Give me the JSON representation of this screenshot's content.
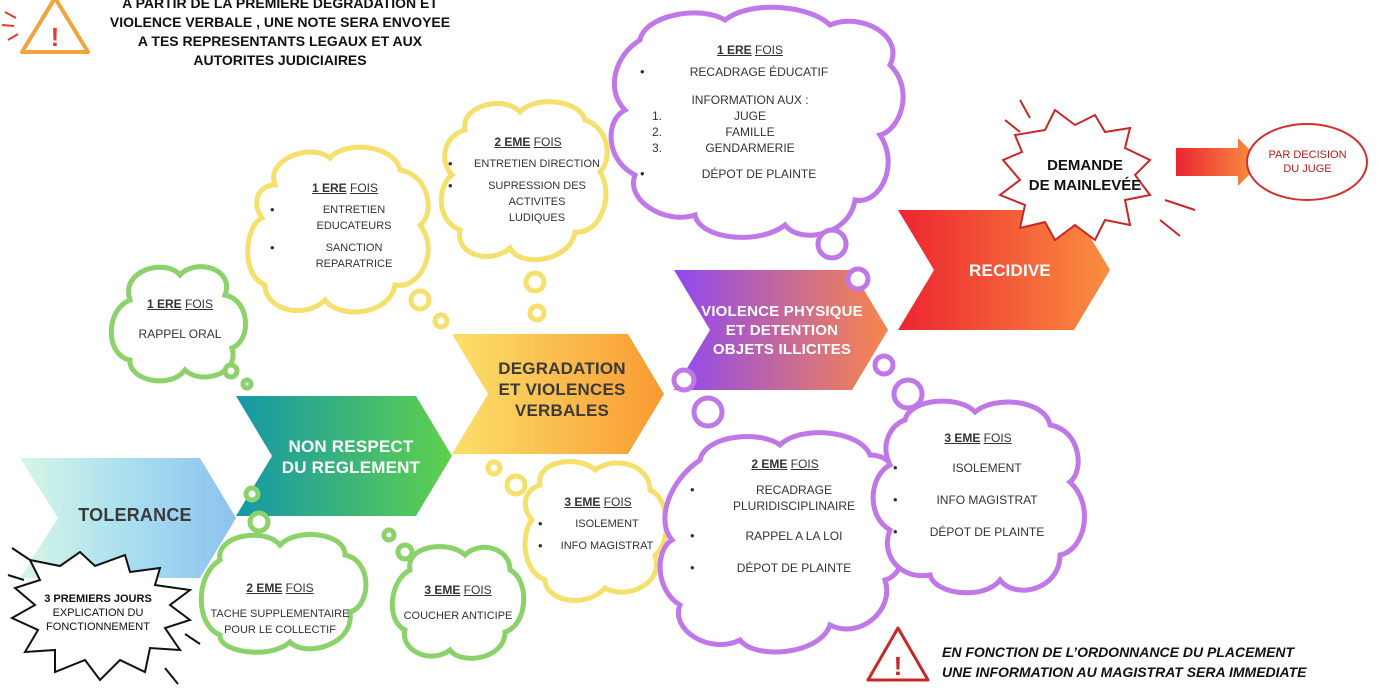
{
  "warning_top": {
    "lines": [
      "A PARTIR DE LA PREMIERE DEGRADATION ET",
      "VIOLENCE VERBALE , UNE NOTE SERA ENVOYEE",
      "A TES REPRESENTANTS LEGAUX ET AUX",
      "AUTORITES JUDICIAIRES"
    ]
  },
  "warning_bottom": {
    "lines": [
      "EN FONCTION DE L’ORDONNANCE DU PLACEMENT",
      "UNE INFORMATION AU MAGISTRAT SERA IMMEDIATE"
    ]
  },
  "steps": {
    "tolerance": "TOLERANCE",
    "non_respect_1": "NON RESPECT",
    "non_respect_2": "DU REGLEMENT",
    "degradation_1": "DEGRADATION",
    "degradation_2": "ET VIOLENCES",
    "degradation_3": "VERBALES",
    "violence_1": "VIOLENCE PHYSIQUE",
    "violence_2": "ET DETENTION",
    "violence_3": "OBJETS ILLICITES",
    "recidive": "RECIDIVE"
  },
  "burst_left": {
    "l1": "3 PREMIERS JOURS",
    "l2": "EXPLICATION DU",
    "l3": "FONCTIONNEMENT"
  },
  "burst_right": {
    "l1": "DEMANDE",
    "l2": "DE MAINLEVÉE"
  },
  "decision": {
    "l1": "PAR DECISION",
    "l2": "DU JUGE"
  },
  "labels": {
    "n1": "1 ERE",
    "n2": "2 EME",
    "n3": "3 EME",
    "fois": "FOIS"
  },
  "clouds": {
    "green1": {
      "item": "RAPPEL ORAL"
    },
    "green2": {
      "l1": "TACHE SUPPLEMENTAIRE",
      "l2": "POUR LE COLLECTIF"
    },
    "green3": {
      "item": "COUCHER ANTICIPE"
    },
    "yellow1": {
      "i1a": "ENTRETIEN",
      "i1b": "EDUCATEURS",
      "i2a": "SANCTION",
      "i2b": "REPARATRICE"
    },
    "yellow2": {
      "i1": "ENTRETIEN DIRECTION",
      "i2a": "SUPRESSION DES",
      "i2b": "ACTIVITES",
      "i2c": "LUDIQUES"
    },
    "yellow3": {
      "i1": "ISOLEMENT",
      "i2": "INFO MAGISTRAT"
    },
    "purple1": {
      "i1": "RECADRAGE ÉDUCATIF",
      "info": "INFORMATION AUX :",
      "o1": "JUGE",
      "o2": "FAMILLE",
      "o3": "GENDARMERIE",
      "i2": "DÉPOT DE PLAINTE"
    },
    "purple2": {
      "i1a": "RECADRAGE",
      "i1b": "PLURIDISCIPLINAIRE",
      "i2": "RAPPEL A LA LOI",
      "i3": "DÉPOT DE PLAINTE"
    },
    "purple3": {
      "i1": "ISOLEMENT",
      "i2": "INFO MAGISTRAT",
      "i3": "DÉPOT DE PLAINTE"
    }
  },
  "colors": {
    "green": "#8cd26a",
    "yellow": "#f5e06e",
    "purple": "#c077e8",
    "red": "#e23b2c"
  }
}
